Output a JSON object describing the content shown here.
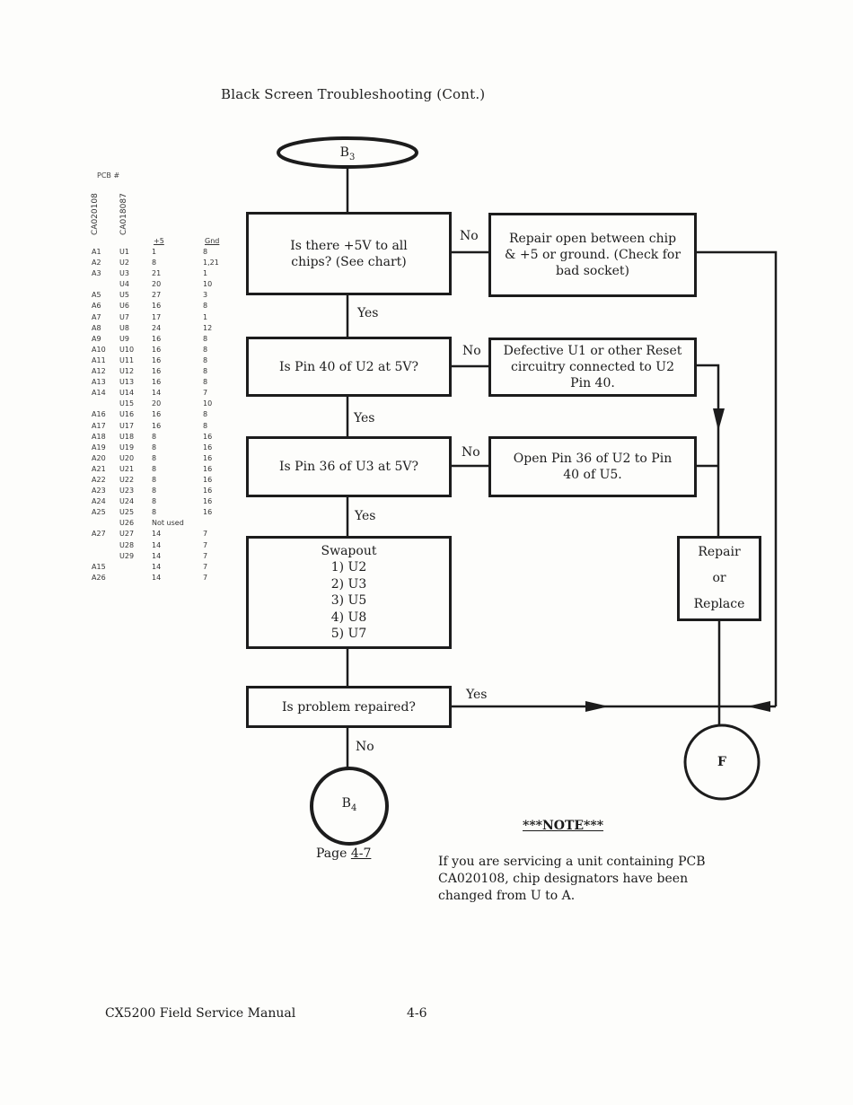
{
  "page": {
    "title": "Black Screen Troubleshooting (Cont.)",
    "footer_manual": "CX5200 Field Service Manual",
    "footer_page": "4-6"
  },
  "pin_chart": {
    "pcb_label": "PCB #",
    "col_pcb_a": "CA020108",
    "col_pcb_u": "CA018087",
    "col_plus5": "+5",
    "col_gnd": "Gnd",
    "rows": [
      {
        "a": "A1",
        "u": "U1",
        "p5": "1",
        "gnd": "8"
      },
      {
        "a": "A2",
        "u": "U2",
        "p5": "8",
        "gnd": "1,21"
      },
      {
        "a": "A3",
        "u": "U3",
        "p5": "21",
        "gnd": "1"
      },
      {
        "a": "",
        "u": "U4",
        "p5": "20",
        "gnd": "10"
      },
      {
        "a": "A5",
        "u": "U5",
        "p5": "27",
        "gnd": "3"
      },
      {
        "a": "A6",
        "u": "U6",
        "p5": "16",
        "gnd": "8"
      },
      {
        "a": "A7",
        "u": "U7",
        "p5": "17",
        "gnd": "1"
      },
      {
        "a": "A8",
        "u": "U8",
        "p5": "24",
        "gnd": "12"
      },
      {
        "a": "A9",
        "u": "U9",
        "p5": "16",
        "gnd": "8"
      },
      {
        "a": "A10",
        "u": "U10",
        "p5": "16",
        "gnd": "8"
      },
      {
        "a": "A11",
        "u": "U11",
        "p5": "16",
        "gnd": "8"
      },
      {
        "a": "A12",
        "u": "U12",
        "p5": "16",
        "gnd": "8"
      },
      {
        "a": "A13",
        "u": "U13",
        "p5": "16",
        "gnd": "8"
      },
      {
        "a": "A14",
        "u": "U14",
        "p5": "14",
        "gnd": "7"
      },
      {
        "a": "",
        "u": "U15",
        "p5": "20",
        "gnd": "10"
      },
      {
        "a": "A16",
        "u": "U16",
        "p5": "16",
        "gnd": "8"
      },
      {
        "a": "A17",
        "u": "U17",
        "p5": "16",
        "gnd": "8"
      },
      {
        "a": "A18",
        "u": "U18",
        "p5": "8",
        "gnd": "16"
      },
      {
        "a": "A19",
        "u": "U19",
        "p5": "8",
        "gnd": "16"
      },
      {
        "a": "A20",
        "u": "U20",
        "p5": "8",
        "gnd": "16"
      },
      {
        "a": "A21",
        "u": "U21",
        "p5": "8",
        "gnd": "16"
      },
      {
        "a": "A22",
        "u": "U22",
        "p5": "8",
        "gnd": "16"
      },
      {
        "a": "A23",
        "u": "U23",
        "p5": "8",
        "gnd": "16"
      },
      {
        "a": "A24",
        "u": "U24",
        "p5": "8",
        "gnd": "16"
      },
      {
        "a": "A25",
        "u": "U25",
        "p5": "8",
        "gnd": "16"
      },
      {
        "a": "",
        "u": "U26",
        "p5": "Not used",
        "gnd": ""
      },
      {
        "a": "A27",
        "u": "U27",
        "p5": "14",
        "gnd": "7"
      },
      {
        "a": "",
        "u": "U28",
        "p5": "14",
        "gnd": "7"
      },
      {
        "a": "",
        "u": "U29",
        "p5": "14",
        "gnd": "7"
      },
      {
        "a": "A15",
        "u": "",
        "p5": "14",
        "gnd": "7"
      },
      {
        "a": "A26",
        "u": "",
        "p5": "14",
        "gnd": "7"
      }
    ]
  },
  "flow": {
    "start": {
      "letter": "B",
      "sub": "3"
    },
    "q1": "Is there +5V to all chips? (See chart)",
    "a1": "Repair open between chip & +5 or ground. (Check for bad socket)",
    "q2": "Is Pin 40 of U2 at 5V?",
    "a2": "Defective U1 or other Reset circuitry connected to U2 Pin 40.",
    "q3": "Is Pin 36 of U3 at 5V?",
    "a3": "Open Pin 36 of U2 to Pin 40 of U5.",
    "swap_title": "Swapout",
    "swap_items": [
      "1) U2",
      "2) U3",
      "3) U5",
      "4) U8",
      "5) U7"
    ],
    "repair_l1": "Repair",
    "repair_l2": "or",
    "repair_l3": "Replace",
    "q4": "Is problem repaired?",
    "yes": "Yes",
    "no": "No",
    "end_b4": {
      "letter": "B",
      "sub": "4"
    },
    "end_f": "F",
    "page_ref_prefix": "Page",
    "page_ref_num": "4-7"
  },
  "note": {
    "heading": "***NOTE***",
    "body": "If you are servicing a unit containing PCB CA020108, chip designators have been changed from U to A."
  }
}
